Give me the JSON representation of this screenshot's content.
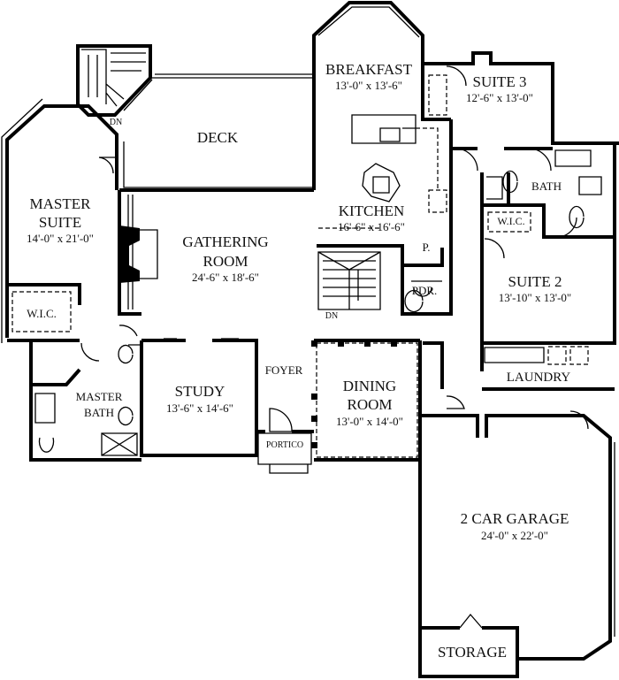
{
  "rooms": {
    "breakfast": {
      "name": "BREAKFAST",
      "dim": "13'-0\" x 13'-6\""
    },
    "suite3": {
      "name": "SUITE 3",
      "dim": "12'-6\" x 13'-0\""
    },
    "deck": {
      "name": "DECK"
    },
    "master_suite": {
      "name_1": "MASTER",
      "name_2": "SUITE",
      "dim": "14'-0\" x 21'-0\""
    },
    "gathering": {
      "name_1": "GATHERING",
      "name_2": "ROOM",
      "dim": "24'-6\" x 18'-6\""
    },
    "kitchen": {
      "name": "KITCHEN",
      "dim": "16'-6\" x 16'-6\""
    },
    "bath": {
      "name": "BATH"
    },
    "wic_suite2": {
      "name": "W.I.C."
    },
    "pantry": {
      "name": "P."
    },
    "powder": {
      "name": "PDR."
    },
    "suite2": {
      "name": "SUITE 2",
      "dim": "13'-10\" x 13'-0\""
    },
    "wic_master": {
      "name": "W.I.C."
    },
    "master_bath": {
      "name_1": "MASTER",
      "name_2": "BATH"
    },
    "study": {
      "name": "STUDY",
      "dim": "13'-6\" x 14'-6\""
    },
    "foyer": {
      "name": "FOYER"
    },
    "dining": {
      "name_1": "DINING",
      "name_2": "ROOM",
      "dim": "13'-0\" x 14'-0\""
    },
    "laundry": {
      "name": "LAUNDRY"
    },
    "portico": {
      "name": "PORTICO"
    },
    "garage": {
      "name": "2 CAR GARAGE",
      "dim": "24'-0\" x 22'-0\""
    },
    "storage": {
      "name": "STORAGE"
    }
  },
  "stairs": {
    "down_1": "DN",
    "down_2": "DN"
  }
}
